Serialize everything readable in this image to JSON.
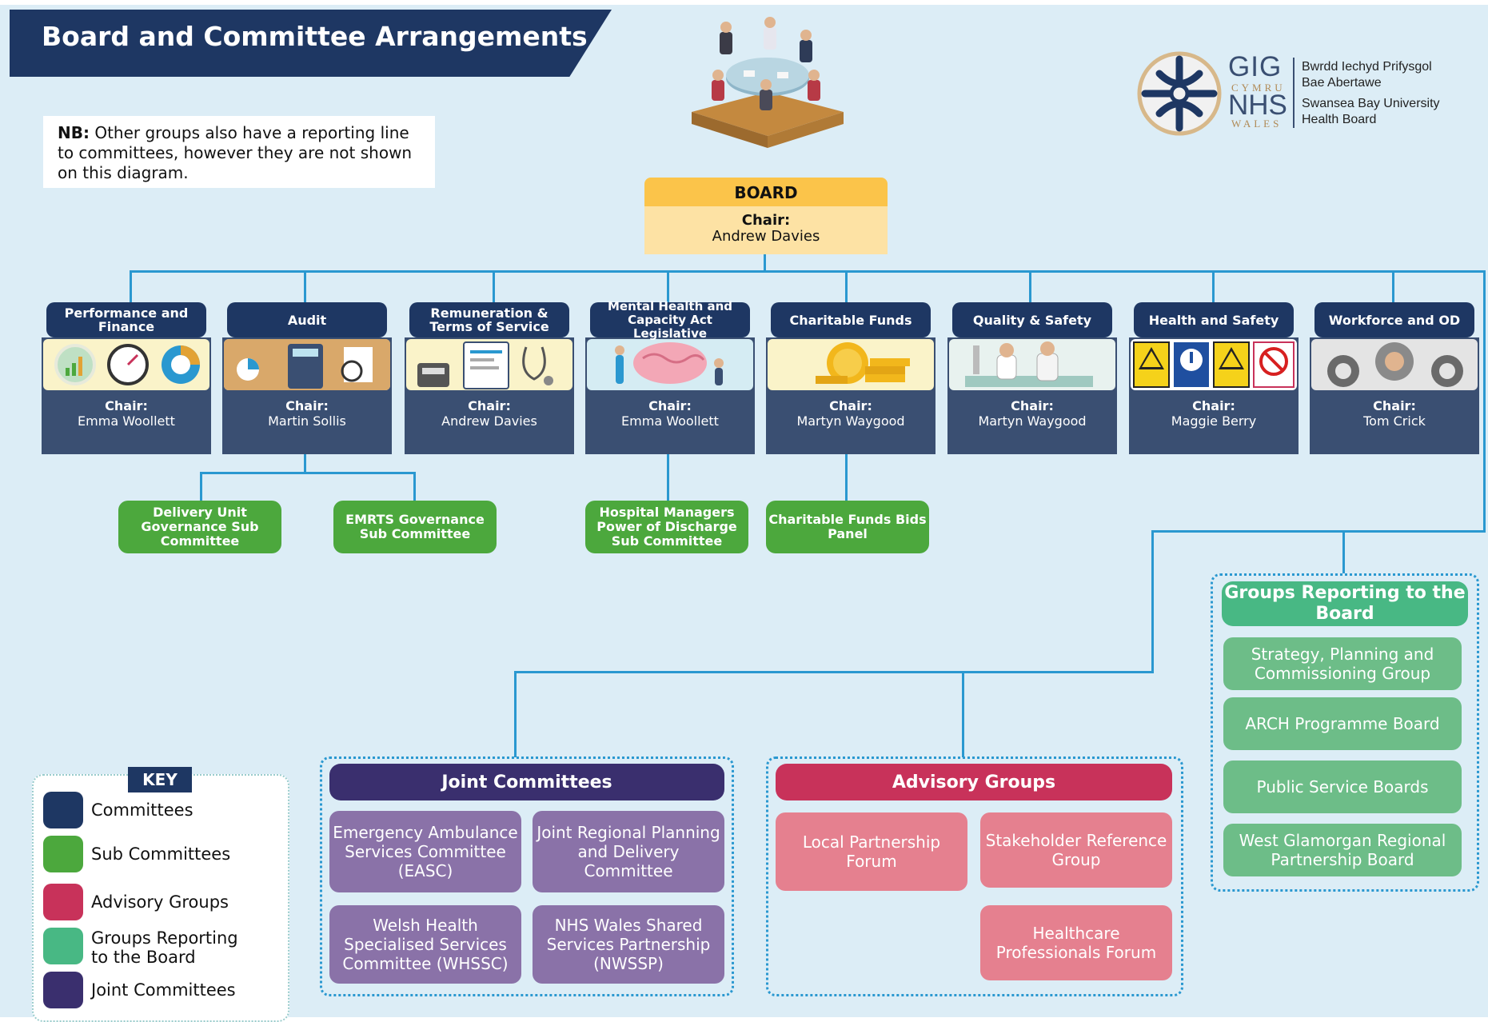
{
  "header": {
    "title": "Board and Committee Arrangements"
  },
  "note": {
    "bold": "NB:",
    "text": " Other groups also have a reporting line to committees, however they are not shown on this diagram."
  },
  "logo": {
    "gig": "GIG",
    "cymru": "CYMRU",
    "nhs": "NHS",
    "wales": "WALES",
    "welsh_name_1": "Bwrdd Iechyd Prifysgol",
    "welsh_name_2": "Bae Abertawe",
    "english_name_1": "Swansea Bay University",
    "english_name_2": "Health Board"
  },
  "board": {
    "title": "BOARD",
    "chair_label": "Chair:",
    "chair": "Andrew Davies"
  },
  "committees": [
    {
      "name": "Performance and Finance",
      "chair_label": "Chair:",
      "chair": "Emma Woollett",
      "icon": "finance-chart-icon"
    },
    {
      "name": "Audit",
      "chair_label": "Chair:",
      "chair": "Martin Sollis",
      "icon": "audit-desk-icon"
    },
    {
      "name": "Remuneration & Terms of Service",
      "chair_label": "Chair:",
      "chair": "Andrew Davies",
      "icon": "payroll-icon"
    },
    {
      "name": "Mental Health and Capacity Act Legislative",
      "chair_label": "Chair:",
      "chair": "Emma Woollett",
      "icon": "brain-icon"
    },
    {
      "name": "Charitable Funds",
      "chair_label": "Chair:",
      "chair": "Martyn Waygood",
      "icon": "coins-icon"
    },
    {
      "name": "Quality & Safety",
      "chair_label": "Chair:",
      "chair": "Martyn Waygood",
      "icon": "clinicians-icon"
    },
    {
      "name": "Health and Safety",
      "chair_label": "Chair:",
      "chair": "Maggie Berry",
      "icon": "safety-signs-icon"
    },
    {
      "name": "Workforce and OD",
      "chair_label": "Chair:",
      "chair": "Tom Crick",
      "icon": "workforce-gears-icon"
    }
  ],
  "sub_committees": [
    {
      "name": "Delivery Unit Governance Sub Committee"
    },
    {
      "name": "EMRTS Governance Sub Committee"
    },
    {
      "name": "Hospital Managers Power of Discharge Sub Committee"
    },
    {
      "name": "Charitable Funds Bids Panel"
    }
  ],
  "groups_reporting": {
    "title": "Groups Reporting to the Board",
    "items": [
      "Strategy, Planning and Commissioning Group",
      "ARCH Programme Board",
      "Public Service Boards",
      "West Glamorgan Regional Partnership Board"
    ]
  },
  "joint_committees": {
    "title": "Joint Committees",
    "items": [
      "Emergency Ambulance Services Committee (EASC)",
      "Joint Regional Planning and Delivery Committee",
      "Welsh Health Specialised Services Committee (WHSSC)",
      "NHS Wales Shared Services Partnership (NWSSP)"
    ]
  },
  "advisory_groups": {
    "title": "Advisory Groups",
    "items": [
      "Local Partnership Forum",
      "Stakeholder Reference Group",
      "Healthcare Professionals Forum"
    ]
  },
  "key": {
    "title": "KEY",
    "items": [
      {
        "label": "Committees",
        "color": "#1e3763"
      },
      {
        "label": "Sub Committees",
        "color": "#4ca83d"
      },
      {
        "label": "Advisory Groups",
        "color": "#c8325a"
      },
      {
        "label": "Groups Reporting to the Board",
        "color": "#48b884"
      },
      {
        "label": "Joint Committees",
        "color": "#3a2f6e"
      }
    ]
  },
  "colors": {
    "committee": "#1e3763",
    "sub_committee": "#4ca83d",
    "advisory": "#c8325a",
    "advisory_box": "#e5808f",
    "groups_reporting": "#48b884",
    "groups_box": "#6dbd88",
    "joint": "#3a2f6e",
    "joint_box": "#8a72a8",
    "board_head": "#fbc44a",
    "board_body": "#fde2a4",
    "connector": "#2a98d0",
    "background": "#dcedf6"
  }
}
